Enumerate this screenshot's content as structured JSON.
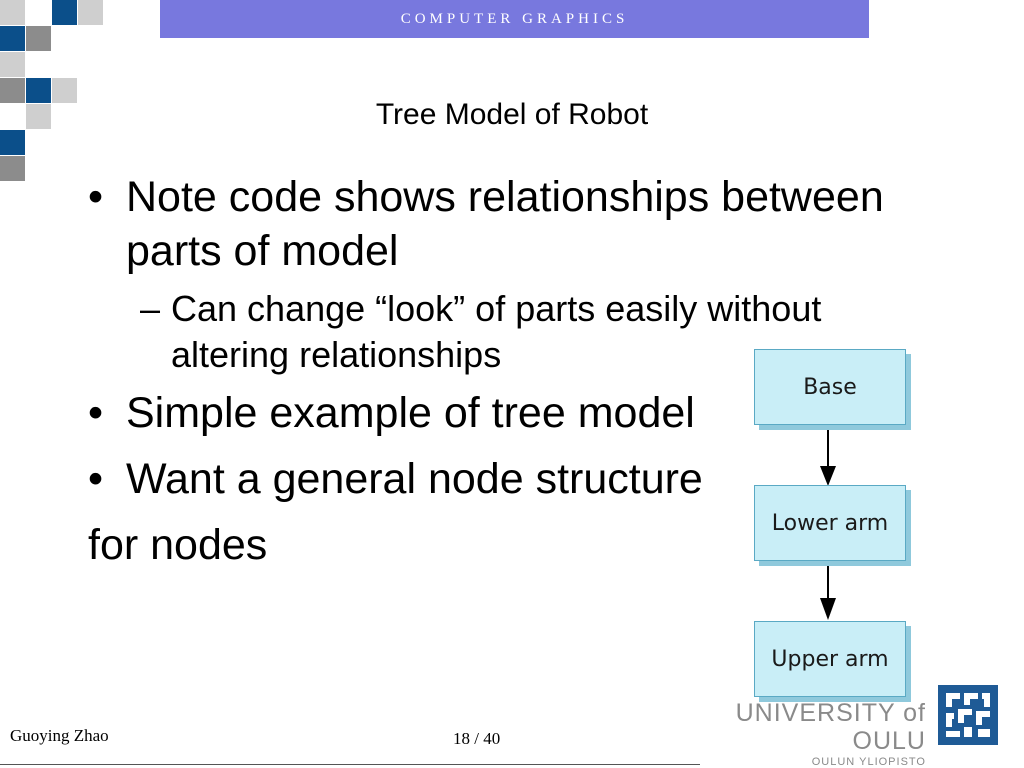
{
  "header": {
    "label": "COMPUTER GRAPHICS"
  },
  "slide": {
    "title": "Tree Model of Robot",
    "bullets": [
      "Note code shows relationships between parts of model",
      "Simple example of tree model",
      "Want a general node structure"
    ],
    "sub_bullet": "Can change “look” of parts easily without altering relationships",
    "continuation": "for nodes",
    "bullet_glyph": "•",
    "dash_glyph": "–"
  },
  "diagram": {
    "nodes": [
      "Base",
      "Lower arm",
      "Upper arm"
    ]
  },
  "footer": {
    "author": "Guoying Zhao",
    "page": "18 / 40",
    "university": "UNIVERSITY of OULU",
    "university_sub": "OULUN YLIOPISTO"
  },
  "colors": {
    "header_bar": "#7878de",
    "node_fill": "#c9eef7",
    "checker_dark": "#0b4f8a",
    "checker_gray": "#8c8c8c",
    "logo_blue": "#1f5b96"
  }
}
